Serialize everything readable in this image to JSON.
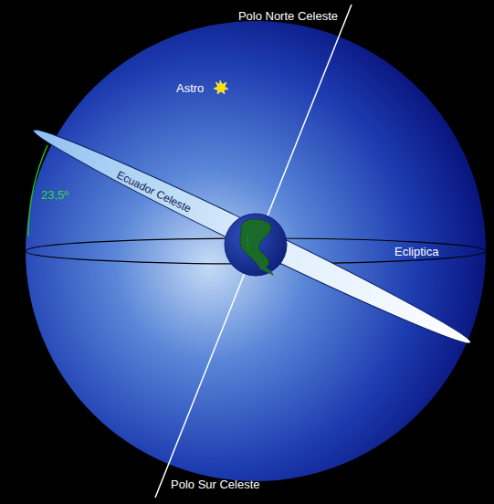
{
  "diagram": {
    "labels": [
      "Polo Norte Celeste",
      "Astro",
      "23,5º",
      "Ecuador Celeste",
      "Ecliptica",
      "Polo Sur Celeste"
    ]
  }
}
